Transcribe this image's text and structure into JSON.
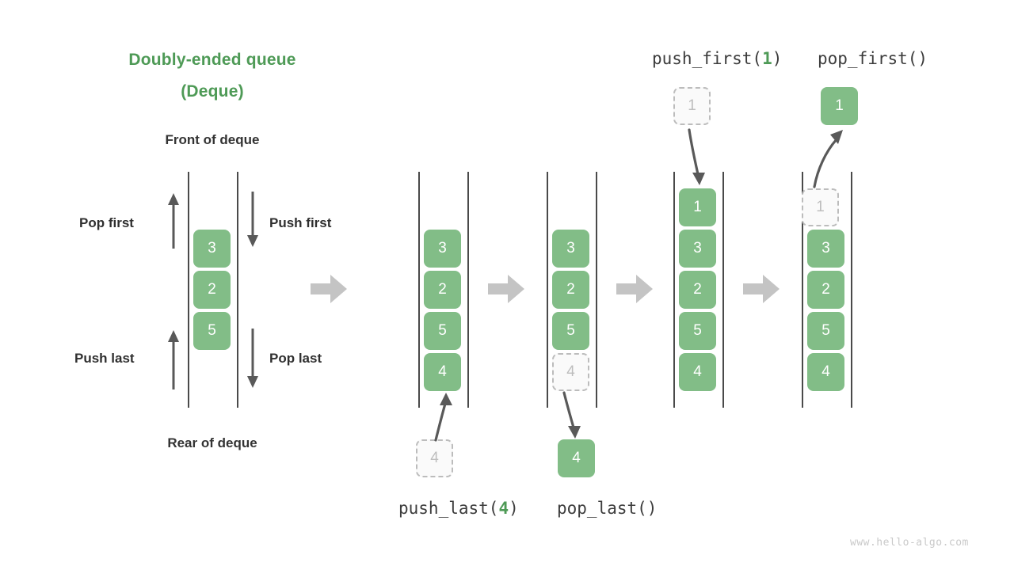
{
  "diagram": {
    "title_line1": "Doubly-ended queue",
    "title_line2": "(Deque)",
    "front_label": "Front of deque",
    "rear_label": "Rear of deque",
    "watermark": "www.hello-algo.com",
    "accent_color": "#4e9a56",
    "box_color": "#82bd87",
    "ghost_border_color": "#bcbcbc",
    "arrow_color": "#595959",
    "block_arrow_color": "#c4c4c4"
  },
  "operations": {
    "pop_first_label": "Pop first",
    "push_first_label": "Push first",
    "push_last_label": "Push last",
    "pop_last_label": "Pop last"
  },
  "captions": {
    "push_first": {
      "name": "push_first(",
      "arg": "1",
      "close": ")"
    },
    "pop_first": {
      "name": "pop_first()"
    },
    "push_last": {
      "name": "push_last(",
      "arg": "4",
      "close": ")"
    },
    "pop_last": {
      "name": "pop_last()"
    }
  },
  "panels": [
    {
      "id": "initial",
      "stack": [
        {
          "value": "3",
          "state": "solid"
        },
        {
          "value": "2",
          "state": "solid"
        },
        {
          "value": "5",
          "state": "solid"
        }
      ],
      "external": null
    },
    {
      "id": "push-last-result",
      "stack": [
        {
          "value": "3",
          "state": "solid"
        },
        {
          "value": "2",
          "state": "solid"
        },
        {
          "value": "5",
          "state": "solid"
        },
        {
          "value": "4",
          "state": "solid"
        }
      ],
      "external": {
        "value": "4",
        "state": "ghost",
        "position": "bottom"
      }
    },
    {
      "id": "pop-last-result",
      "stack": [
        {
          "value": "3",
          "state": "solid"
        },
        {
          "value": "2",
          "state": "solid"
        },
        {
          "value": "5",
          "state": "solid"
        },
        {
          "value": "4",
          "state": "ghost"
        }
      ],
      "external": {
        "value": "4",
        "state": "solid",
        "position": "bottom"
      }
    },
    {
      "id": "push-first-result",
      "stack": [
        {
          "value": "1",
          "state": "solid"
        },
        {
          "value": "3",
          "state": "solid"
        },
        {
          "value": "2",
          "state": "solid"
        },
        {
          "value": "5",
          "state": "solid"
        },
        {
          "value": "4",
          "state": "solid"
        }
      ],
      "external": {
        "value": "1",
        "state": "ghost",
        "position": "top"
      }
    },
    {
      "id": "pop-first-result",
      "stack": [
        {
          "value": "1",
          "state": "ghost"
        },
        {
          "value": "3",
          "state": "solid"
        },
        {
          "value": "2",
          "state": "solid"
        },
        {
          "value": "5",
          "state": "solid"
        },
        {
          "value": "4",
          "state": "solid"
        }
      ],
      "external": {
        "value": "1",
        "state": "solid",
        "position": "top"
      }
    }
  ]
}
